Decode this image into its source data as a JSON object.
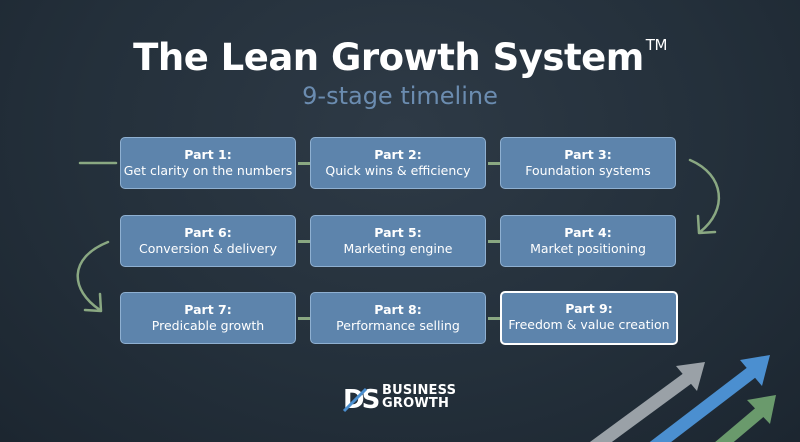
{
  "header": {
    "title": "The Lean Growth System",
    "trademark": "TM",
    "subtitle": "9-stage timeline"
  },
  "stages": [
    {
      "part": "Part 1:",
      "desc": "Get clarity on the numbers"
    },
    {
      "part": "Part 2:",
      "desc": "Quick wins & efficiency"
    },
    {
      "part": "Part 3:",
      "desc": "Foundation systems"
    },
    {
      "part": "Part 4:",
      "desc": "Market positioning"
    },
    {
      "part": "Part 5:",
      "desc": "Marketing engine"
    },
    {
      "part": "Part 6:",
      "desc": "Conversion & delivery"
    },
    {
      "part": "Part 7:",
      "desc": "Predicable growth"
    },
    {
      "part": "Part 8:",
      "desc": "Performance selling"
    },
    {
      "part": "Part 9:",
      "desc": "Freedom & value creation"
    }
  ],
  "logo": {
    "mark": "DS",
    "line1": "BUSINESS",
    "line2": "GROWTH"
  },
  "colors": {
    "background": "#24303b",
    "box_fill": "#5d84ac",
    "box_border": "#8fb0d1",
    "connector": "#8aa882",
    "subtitle": "#6b8cb0",
    "highlight_border": "#ffffff"
  },
  "icons": {
    "flow_arrows": "curved-arrow-icon",
    "decorative_arrows": "growth-arrows-icon"
  }
}
